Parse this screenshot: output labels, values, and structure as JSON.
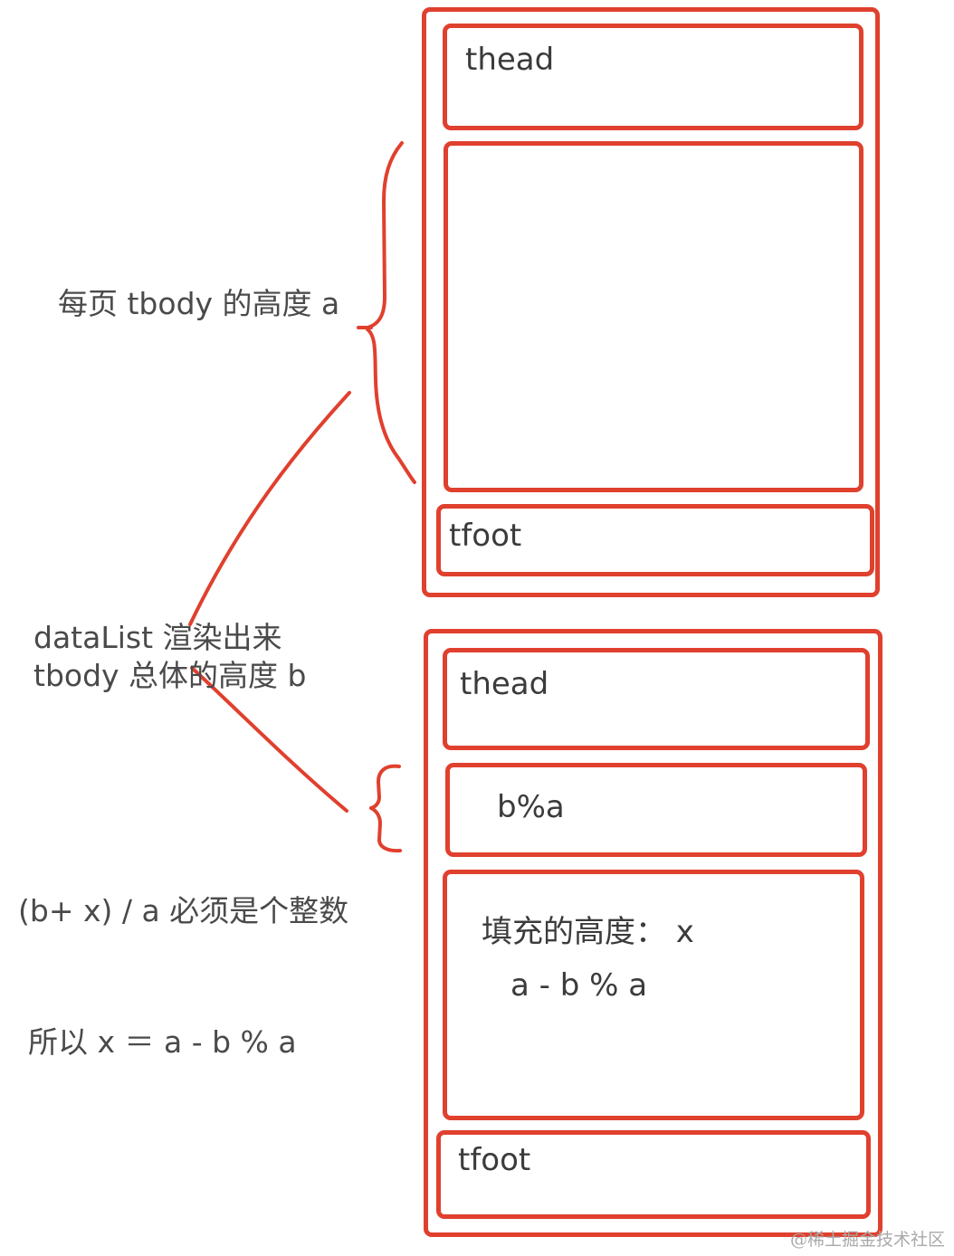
{
  "table1": {
    "thead_label": "thead",
    "tfoot_label": "tfoot"
  },
  "table2": {
    "thead_label": "thead",
    "remainder_label": "b%a",
    "fill_label_line1": "填充的高度： x",
    "fill_label_line2": "a - b % a",
    "tfoot_label": "tfoot"
  },
  "annotations": {
    "tbody_height_a": "每页 tbody 的高度 a",
    "datalist_line1": "dataList 渲染出来",
    "datalist_line2": "tbody 总体的高度 b",
    "constraint": "(b+ x) / a 必须是个整数",
    "conclusion": "所以 x ＝ a - b % a"
  },
  "watermark": "@稀土掘金技术社区",
  "colors": {
    "stroke": "#e0402e",
    "text": "#3b3b3b",
    "background": "#ffffff"
  }
}
